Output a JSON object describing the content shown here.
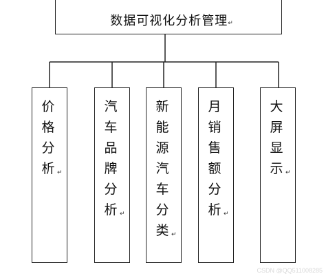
{
  "root": {
    "title": "数据可视化分析管理",
    "return_mark": "↵"
  },
  "modules": [
    {
      "label": "价格分析",
      "return_mark": "↵"
    },
    {
      "label": "汽车品牌分析",
      "return_mark": "↵"
    },
    {
      "label": "新能源汽车分类",
      "return_mark": "↵"
    },
    {
      "label": "月销售额分析",
      "return_mark": "↵"
    },
    {
      "label": "大屏显示",
      "return_mark": "↵"
    }
  ],
  "watermark": "CSDN @QQ511008285",
  "colors": {
    "line": "#222222",
    "box_border": "#222222",
    "text": "#111111"
  }
}
